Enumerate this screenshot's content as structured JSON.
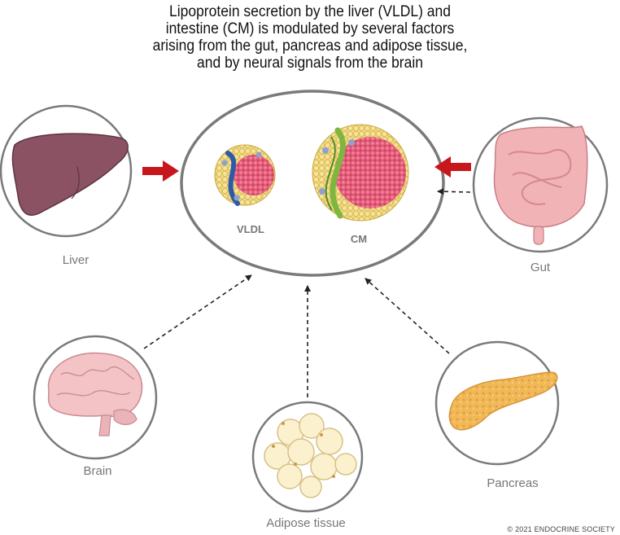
{
  "title_lines": [
    "Lipoprotein secretion by the liver (VLDL) and",
    "intestine (CM) is modulated by several factors",
    "arising from the gut, pancreas and adipose tissue,",
    "and by neural signals from the brain"
  ],
  "center": {
    "vldl_label": "VLDL",
    "cm_label": "CM"
  },
  "organs": {
    "liver": "Liver",
    "gut": "Gut",
    "brain": "Brain",
    "adipose": "Adipose tissue",
    "pancreas": "Pancreas"
  },
  "copyright": "© 2021 ENDOCRINE SOCIETY",
  "colors": {
    "circle_stroke": "#7a7a7a",
    "arrow_solid": "#c8161d",
    "arrow_dashed": "#222222",
    "liver": "#8a5262",
    "gut": "#f1b3b5",
    "brain": "#f3c3c6",
    "adipose": "#fbf1cf",
    "pancreas": "#f1b857",
    "particle_shell": "#f2d97a",
    "particle_core": "#e35876"
  }
}
